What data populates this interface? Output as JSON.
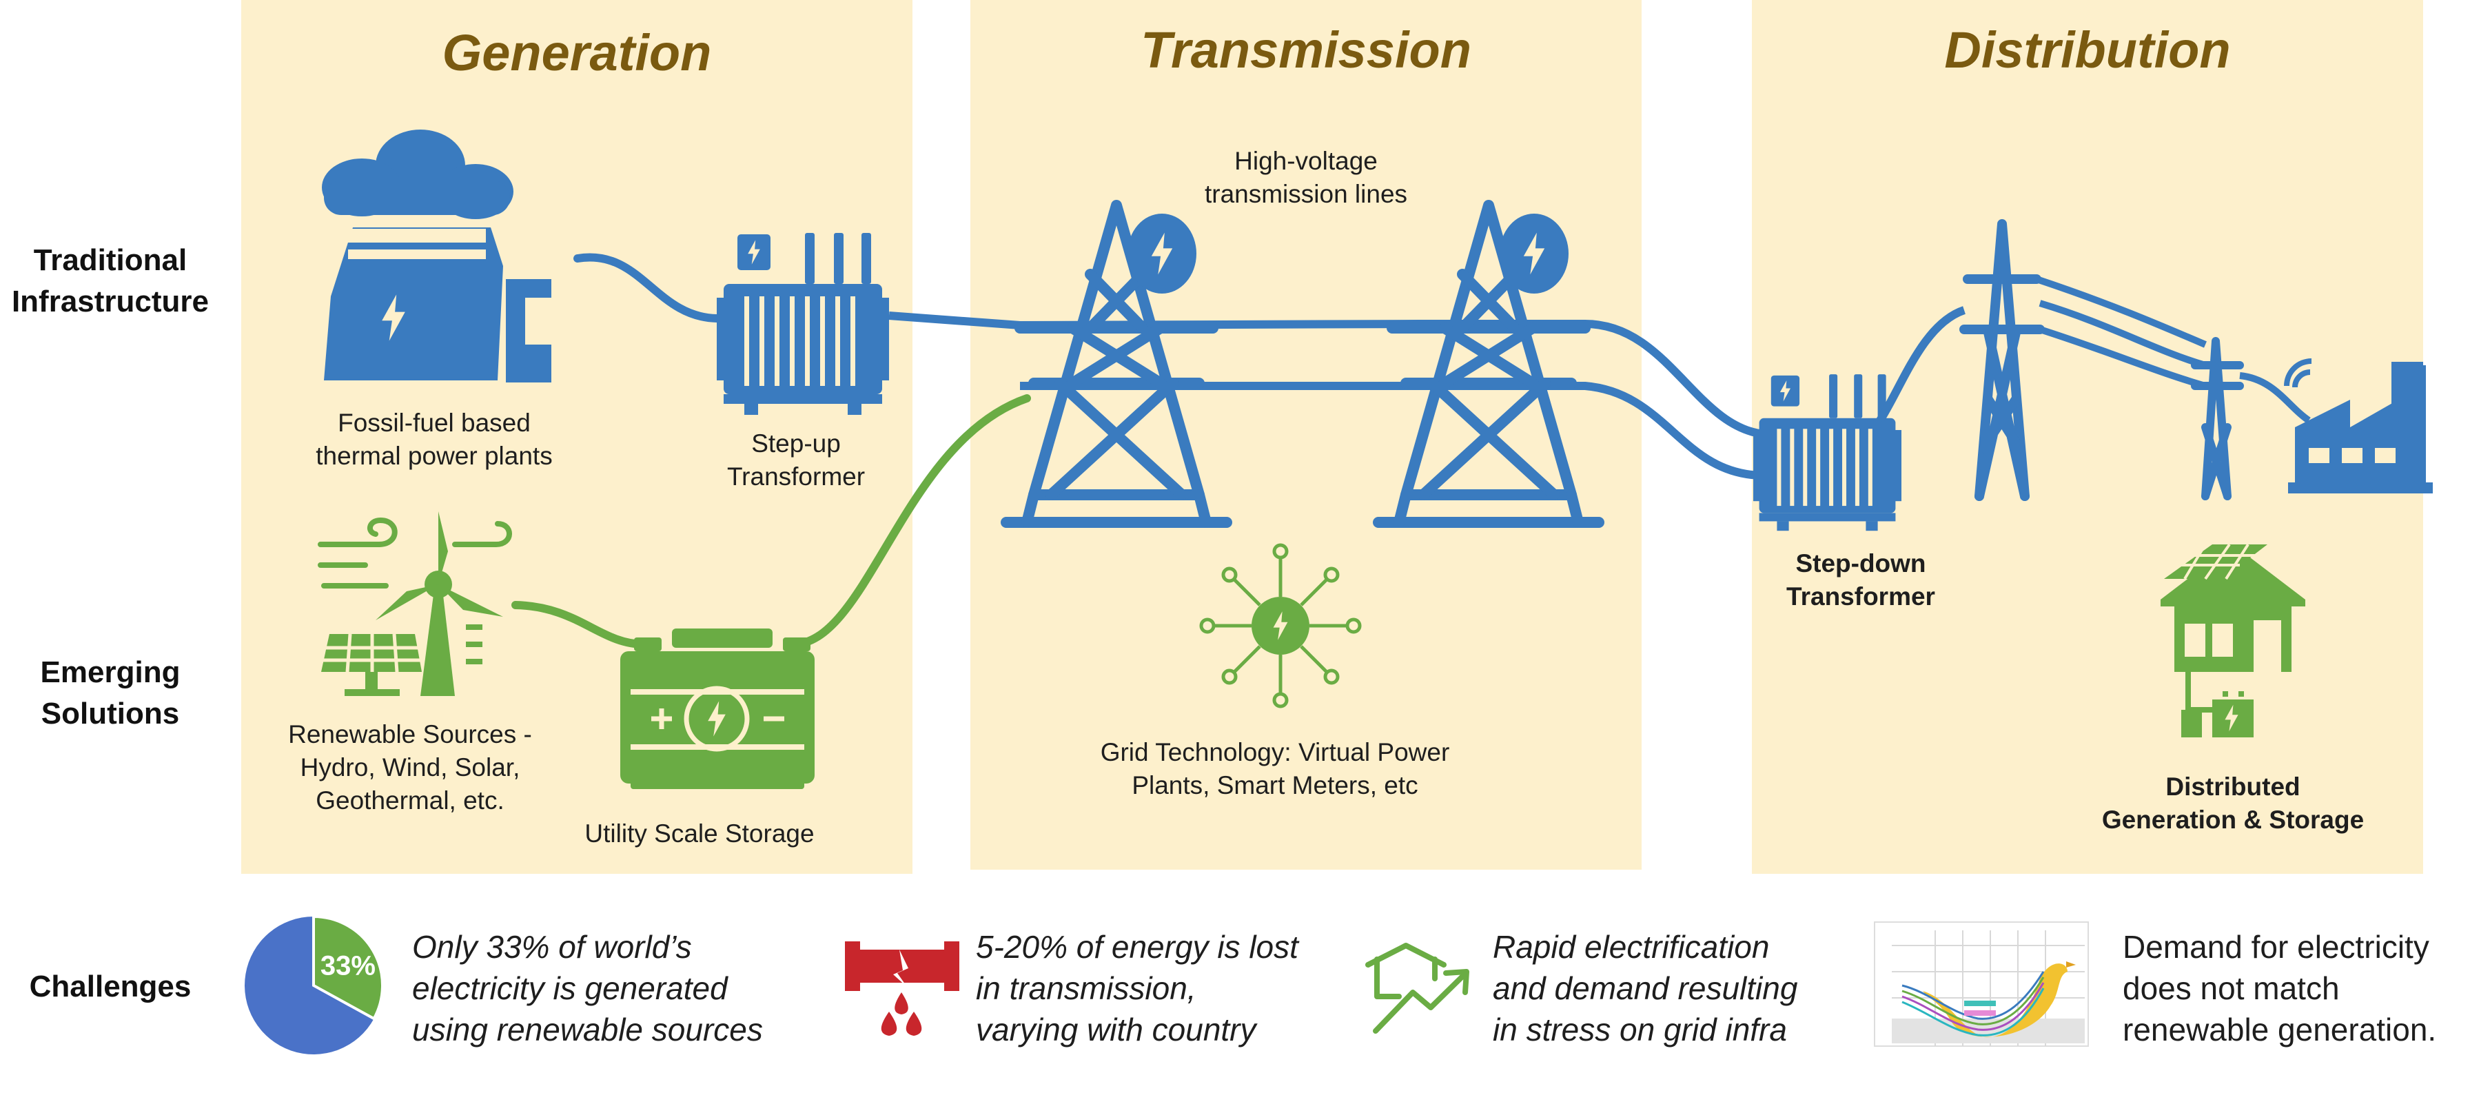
{
  "panels": {
    "generation": "Generation",
    "transmission": "Transmission",
    "distribution": "Distribution"
  },
  "rows": {
    "traditional": [
      "Traditional",
      "Infrastructure"
    ],
    "emerging": [
      "Emerging",
      "Solutions"
    ],
    "challenges": "Challenges"
  },
  "components": {
    "fossil": [
      "Fossil-fuel based",
      "thermal power plants"
    ],
    "stepup": [
      "Step-up",
      "Transformer"
    ],
    "hv_lines": [
      "High-voltage",
      "transmission lines"
    ],
    "stepdown": [
      "Step-down",
      "Transformer"
    ],
    "renewables": [
      "Renewable Sources -",
      "Hydro, Wind, Solar,",
      "Geothermal, etc."
    ],
    "storage": "Utility Scale Storage",
    "grid_tech": [
      "Grid Technology: Virtual Power",
      "Plants, Smart Meters, etc"
    ],
    "distributed": [
      "Distributed",
      "Generation & Storage"
    ]
  },
  "challenges": {
    "renewable_share": {
      "percent": 33,
      "label": "33%",
      "text": [
        "Only 33% of world’s",
        "electricity is generated",
        "using renewable sources"
      ]
    },
    "loss": {
      "text": [
        "5-20% of energy is lost",
        "in transmission,",
        "varying with country"
      ]
    },
    "demand": {
      "text": [
        "Rapid electrification",
        "and demand resulting",
        "in stress on grid infra"
      ]
    },
    "mismatch": {
      "text": [
        "Demand for electricity",
        "does not match",
        "renewable generation."
      ]
    }
  },
  "colors": {
    "panel": "#fdf0cc",
    "title": "#7a5a10",
    "traditional_blue": "#3a7bbf",
    "emerging_green": "#6aac44",
    "loss_red": "#c8262c",
    "pie_blue": "#4a72c8",
    "pie_green": "#6aac44"
  }
}
